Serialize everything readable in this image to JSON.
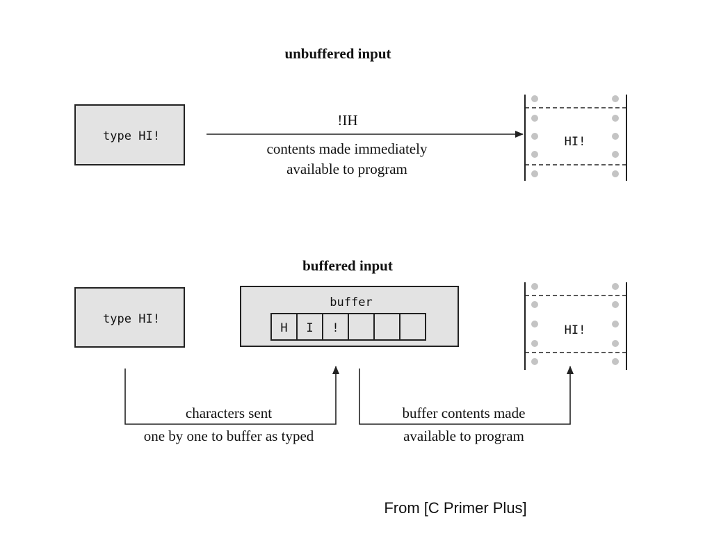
{
  "unbuffered": {
    "title": "unbuffered input",
    "keyboard_label": "type HI!",
    "stream_text": "!IH",
    "caption_line1": "contents made immediately",
    "caption_line2": "available to program",
    "program_text": "HI!"
  },
  "buffered": {
    "title": "buffered input",
    "keyboard_label": "type HI!",
    "buffer_label": "buffer",
    "buffer_cells": [
      "H",
      "I",
      "!",
      "",
      "",
      ""
    ],
    "program_text": "HI!",
    "left_caption_line1": "characters sent",
    "left_caption_line2": "one by one to buffer as typed",
    "right_caption_line1": "buffer contents made",
    "right_caption_line2": "available to program"
  },
  "source_credit": "From [C Primer Plus]",
  "colors": {
    "box_fill": "#e3e3e3",
    "stroke": "#222222",
    "film_dot": "#c4c4c4"
  }
}
